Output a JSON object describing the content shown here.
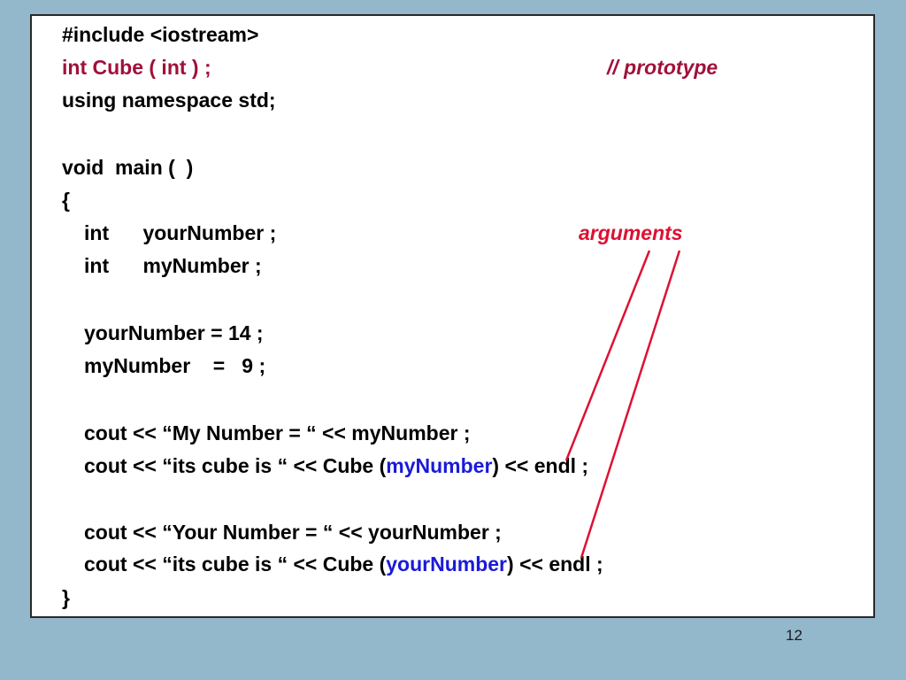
{
  "code": {
    "include": "#include <iostream>",
    "prototype": "int Cube ( int ) ;",
    "prototype_comment": "// prototype",
    "using": "using namespace std;",
    "main_sig": "void  main (  )",
    "open_brace": "{",
    "decl1": "int      yourNumber ;",
    "decl2": "int      myNumber ;",
    "assign1": "yourNumber = 14 ;",
    "assign2": "myNumber    =   9 ;",
    "cout1": "cout << “My Number = “ << myNumber ;",
    "cout2_pre": "cout << “its cube is “ << Cube (",
    "cout2_arg": "myNumber",
    "cout2_post": ") << endl ;",
    "cout3": "cout << “Your Number = “ << yourNumber ;",
    "cout4_pre": "cout << “its cube is “ << Cube (",
    "cout4_arg": "yourNumber",
    "cout4_post": ") << endl ;",
    "close_brace": "}"
  },
  "annotation": {
    "arguments_label": "arguments"
  },
  "slide_number": "12",
  "colors": {
    "background": "#93b7cb",
    "prototype": "#a0103a",
    "argument_highlight": "#1a1ad8",
    "pointer": "#dd1133"
  }
}
